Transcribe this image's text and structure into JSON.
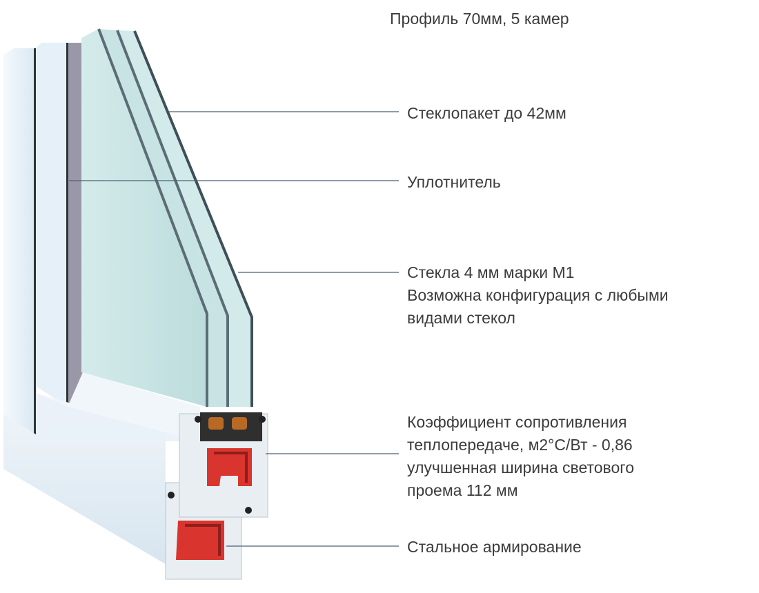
{
  "title": "Профиль 70мм, 5 камер",
  "labels": {
    "glass_unit": "Стеклопакет до 42мм",
    "seal": "Уплотнитель",
    "glass_line1": "Стекла 4 мм марки М1",
    "glass_line2": "Возможна конфигурация с любыми",
    "glass_line3": "видами стекол",
    "coef_line1": "Коэффициент сопротивления",
    "coef_line2": "теплопередаче, м2°С/Вт - 0,86",
    "coef_line3": "улучшенная ширина светового",
    "coef_line4": "проема 112 мм",
    "steel": "Стальное армирование"
  },
  "colors": {
    "leader": "#4a6078",
    "glass": "#cfe7e6",
    "steel": "#d9342e",
    "pvc": "#eef4f8"
  }
}
